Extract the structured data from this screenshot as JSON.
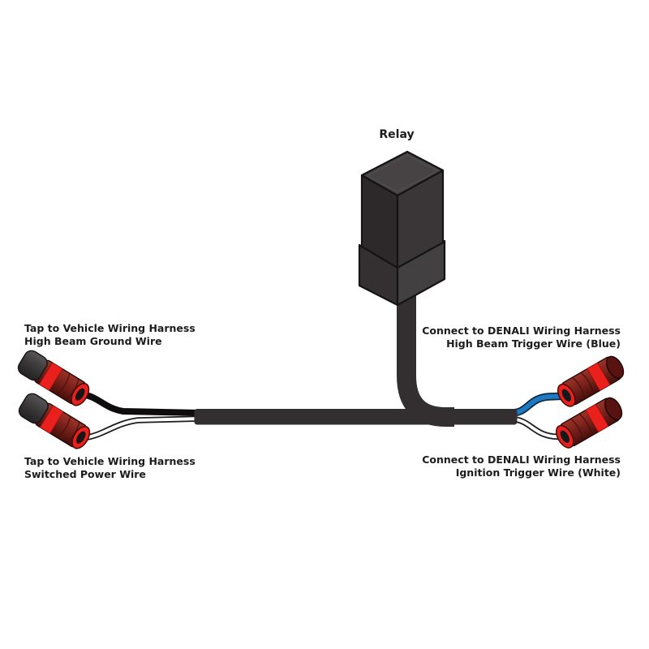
{
  "diagram": {
    "relay_label": "Relay",
    "labels": {
      "left_top": {
        "line1": "Tap to Vehicle Wiring Harness",
        "line2": "High Beam Ground Wire"
      },
      "left_bottom": {
        "line1": "Tap to Vehicle Wiring Harness",
        "line2": "Switched Power Wire"
      },
      "right_top": {
        "line1": "Connect to DENALI Wiring Harness",
        "line2": "High Beam Trigger Wire (Blue)"
      },
      "right_bottom": {
        "line1": "Connect to DENALI Wiring Harness",
        "line2": "Ignition Trigger Wire (White)"
      }
    },
    "colors": {
      "background": "#ffffff",
      "harness": "#332e2f",
      "relay_body": "#3a3637",
      "wire_black": "#0e0c0c",
      "wire_white": "#ffffff",
      "wire_blue": "#1e79c2",
      "connector_red": "#e9201c",
      "connector_body_red": "#6b1c15",
      "text": "#1c1c1c"
    }
  }
}
